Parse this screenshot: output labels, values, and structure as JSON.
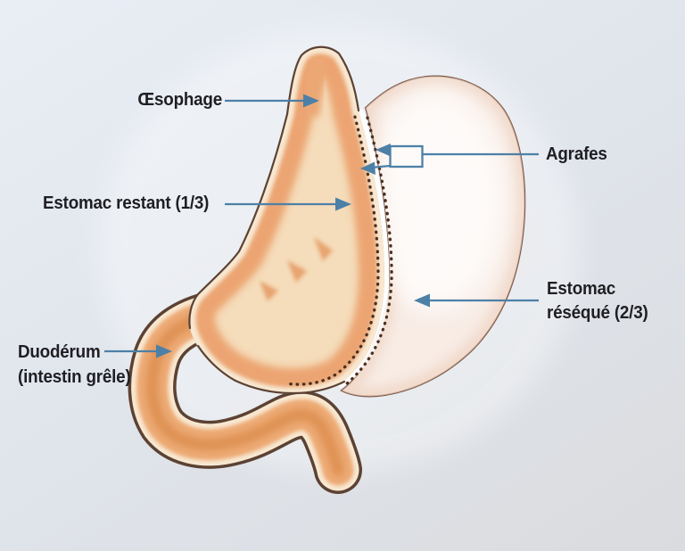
{
  "diagram": {
    "labels": {
      "oesophage": "Œsophage",
      "estomac_restant": "Estomac restant (1/3)",
      "agrafes": "Agrafes",
      "estomac_reseque_line1": "Estomac",
      "estomac_reseque_line2": "réséqué (2/3)",
      "duodenum_line1": "Duodérum",
      "duodenum_line2": "(intestin grêle)"
    },
    "colors": {
      "background_top": "#e9eef5",
      "background_bottom": "#dadbde",
      "label_text": "#1f1f23",
      "arrow_blue": "#4d80a7",
      "organ_outline": "#5c4233",
      "sleeve_fill": "#f5dcba",
      "sleeve_rim_orange": "#eba26e",
      "sleeve_rim_cream": "#f8e8d2",
      "duodenum_core": "#df9355",
      "resected_fill": "#f8ece5",
      "resected_outline": "#7b5544",
      "staple_dots": "#4a2f20"
    }
  }
}
